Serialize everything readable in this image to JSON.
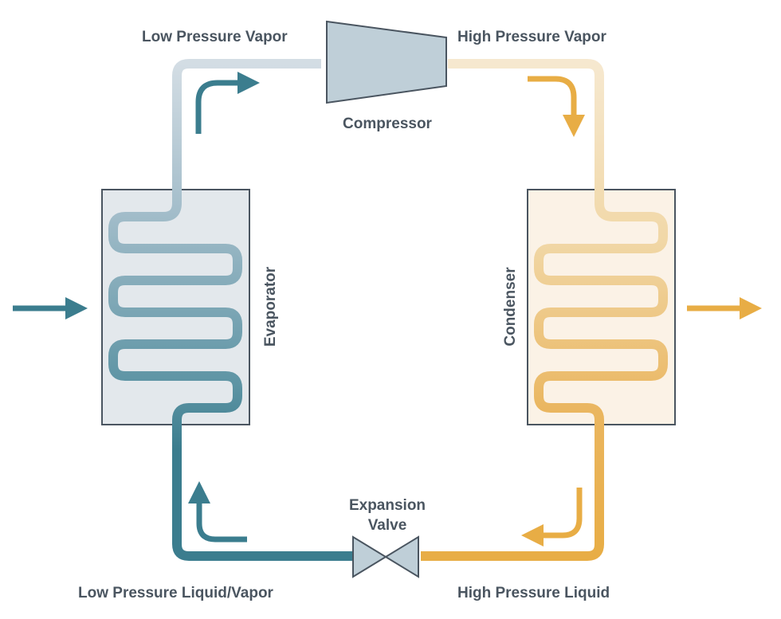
{
  "labels": {
    "low_pressure_vapor": "Low Pressure Vapor",
    "high_pressure_vapor": "High Pressure Vapor",
    "compressor": "Compressor",
    "evaporator": "Evaporator",
    "condenser": "Condenser",
    "expansion_valve_line1": "Expansion",
    "expansion_valve_line2": "Valve",
    "low_pressure_liquid_vapor": "Low Pressure Liquid/Vapor",
    "high_pressure_liquid": "High Pressure Liquid"
  },
  "colors": {
    "cold": "#3b7d8e",
    "cold_light": "#d3dde4",
    "hot": "#e8ad45",
    "hot_light": "#f6e8cf",
    "evaporator_fill": "#e3e8ec",
    "condenser_fill": "#fbf2e6",
    "equipment": "#bfcfd8",
    "outline": "#4a5560",
    "label": "#4a5560"
  }
}
